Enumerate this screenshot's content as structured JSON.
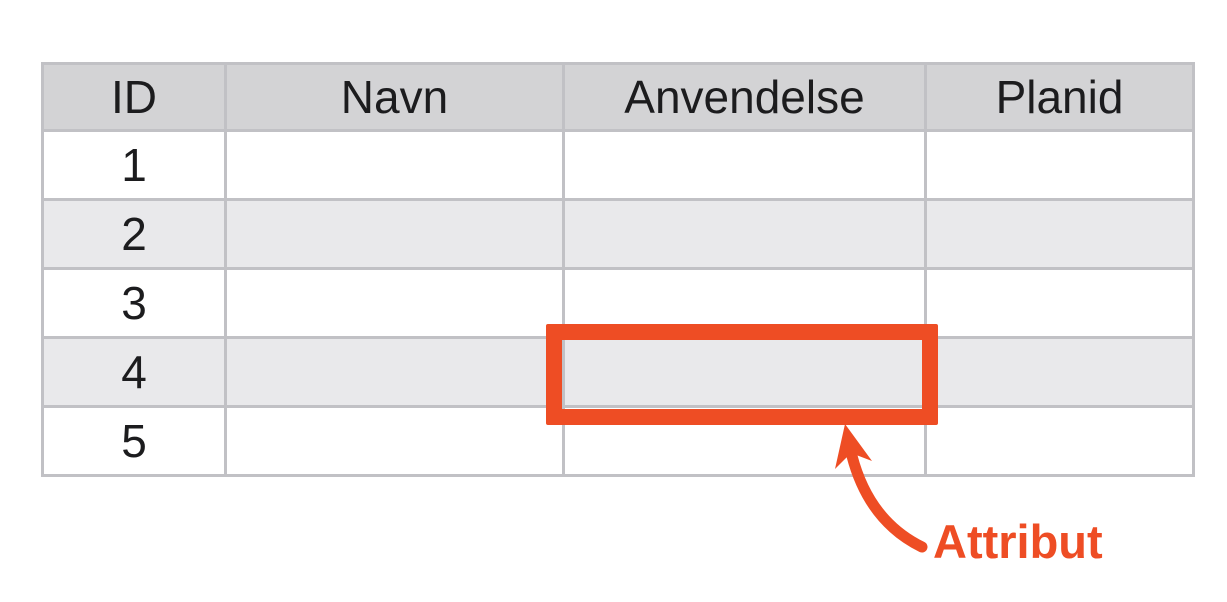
{
  "table": {
    "headers": [
      "ID",
      "Navn",
      "Anvendelse",
      "Planid"
    ],
    "rows": [
      [
        "1",
        "",
        "",
        ""
      ],
      [
        "2",
        "",
        "",
        ""
      ],
      [
        "3",
        "",
        "",
        ""
      ],
      [
        "4",
        "",
        "",
        ""
      ],
      [
        "5",
        "",
        "",
        ""
      ]
    ],
    "highlight": {
      "row_id": "4",
      "column": "Anvendelse"
    }
  },
  "annotation": {
    "label": "Attribut"
  },
  "colors": {
    "accent_orange": "#ee4d24",
    "header_bg": "#d3d3d5",
    "alt_row_bg": "#e9e9eb",
    "grid_border": "#c1c1c5",
    "text": "#1c1c1e"
  }
}
